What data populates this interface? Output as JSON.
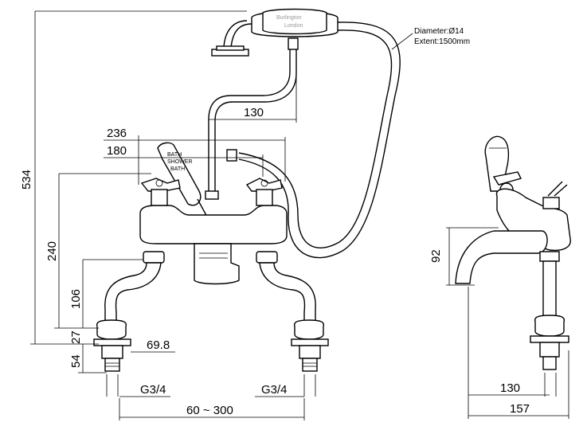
{
  "dimensions": {
    "overall_height": "534",
    "handset_offset": "130",
    "width_236": "236",
    "width_180": "180",
    "height_240": "240",
    "height_106": "106",
    "height_27": "27",
    "height_54": "54",
    "flange": "69.8",
    "thread_left": "G3/4",
    "thread_right": "G3/4",
    "centres": "60 ~ 300",
    "side_height": "92",
    "side_reach_130": "130",
    "side_reach_157": "157"
  },
  "hose": {
    "diameter": "Diameter:Ø14",
    "extent": "Extent:1500mm"
  },
  "branding": {
    "line1": "Burlington",
    "line2": "London"
  },
  "lever_label": {
    "line1": "BATH",
    "line2": "SHOWER",
    "line3": "BATH"
  }
}
